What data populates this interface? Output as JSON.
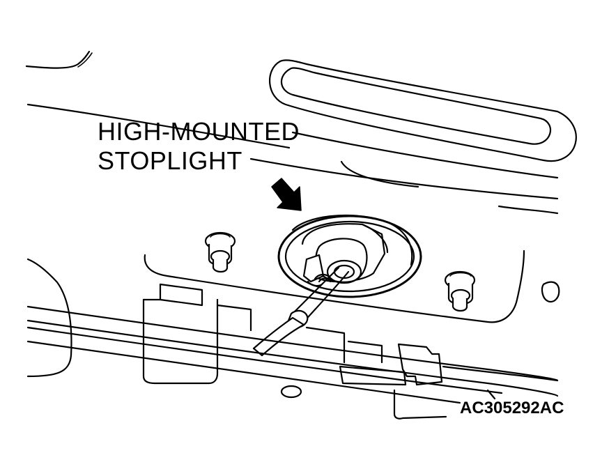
{
  "callout": {
    "line1": "HIGH-MOUNTED",
    "line2": "STOPLIGHT"
  },
  "figure_code": "AC305292AC",
  "icons": {
    "pointer": "arrow-icon"
  }
}
